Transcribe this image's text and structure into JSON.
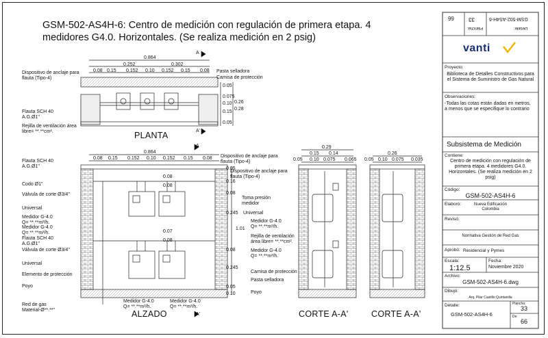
{
  "title": "GSM-502-AS4H-6: Centro de medición con regulación de primera etapa.  4 medidores G4.0. Horizontales. (Se realiza medición en 2 psig)",
  "views": {
    "planta": "PLANTA",
    "alzado": "ALZADO",
    "corte1": "CORTE A-A'",
    "corte2": "CORTE A-A'"
  },
  "section_marks": {
    "a": "A",
    "a_prime": "A'"
  },
  "planta": {
    "total": "0.864",
    "sub1": "0.252",
    "sub2": "0.302",
    "dims": [
      "0.08",
      "0.15",
      "0.152",
      "0.10",
      "0.152",
      "0.15",
      "0.08"
    ],
    "vdims": [
      "0.05",
      "0.075",
      "0.10",
      "0.15",
      "0.05"
    ],
    "vdims2": [
      "0.26",
      "0.28"
    ],
    "labels": {
      "dispositivo": "Dispositivo de anclaje para flauta (Tipo-4)",
      "pasta": "Pasta selladora",
      "camisa": "Camisa de protección",
      "flauta": "Flauta SCH 40\nA.G.Ø1\"",
      "rejilla": "Rejilla de ventilación área libre= **.**cm²."
    }
  },
  "alzado": {
    "total": "0.864",
    "dims": [
      "0.08",
      "0.15",
      "0.152",
      "0.10",
      "0.152",
      "0.15",
      "0.08"
    ],
    "inner": [
      "0.08",
      "0.08",
      "0.07",
      "0.08"
    ],
    "right_dims": [
      "0.05",
      "0.16",
      "0.08",
      "0.245",
      "0.08",
      "0.245",
      "0.05",
      "0.10"
    ],
    "total_v": "1.01",
    "labels": {
      "flauta_top": "Flauta SCH 40\nA.G.Ø1\"",
      "codo": "Codo Ø1\"",
      "valvula_top": "Válvula de corte Ø3/4\"",
      "universal_top": "Universal",
      "medidor_1": "Medidor G-4.0\nQ= **.**m³/h.",
      "medidor_2": "Medidor G-4.0\nQ= **.**m³/h.",
      "flauta_mid": "Flauta SCH 40\nA.G.Ø1\"",
      "valvula_mid": "Válvula de corte Ø3/4\"",
      "universal_mid": "Universal",
      "elemento": "Elemento de protección",
      "poyo": "Poyo",
      "red": "Red de gas\nMaterial-Ø**.**\"",
      "medidor_b1": "Medidor G-4.0\nQ= **.**m³/h.",
      "medidor_b2": "Medidor G-4.0\nQ= **.**m³/h.",
      "dispositivo": "Dispositivo de anclaje para flauta (Tipo-4)",
      "toma": "Toma presión medidor",
      "universal_r": "Universal",
      "medidor_r1": "Medidor G-4.0\nQ= **.**m³/h.",
      "rejilla": "Rejilla de ventilación área libre= **.**cm².",
      "medidor_r2": "Medidor G-4.0\nQ= **.**m³/h.",
      "camisa": "Camisa de protección",
      "pasta": "Pasta selladora",
      "poyo_r": "Poyo"
    }
  },
  "corte1": {
    "top": "0.29",
    "sub": [
      "0.15",
      "0.14"
    ],
    "dims": [
      "0.05",
      "0.10",
      "0.075",
      "0.065"
    ]
  },
  "corte2": {
    "top": "0.26",
    "dims": [
      "0.05",
      "0.10",
      "0.075",
      "0.035"
    ]
  },
  "panel": {
    "sheet_top": "66",
    "plancha_top": "33",
    "detalle_top": "GSM-502-AS4H-6",
    "plancha_lbl": "Plancha:",
    "detalle_lbl": "Detalle:",
    "brand": "vanti",
    "proyecto_lbl": "Proyecto:",
    "proyecto": "Biblioteca de Detalles Constructivos para el Sistema de Suministro de Gas Natural",
    "obs_lbl": "Observaciones:",
    "obs": "-Todas las cotas están dadas en metros, a menos que se especifique lo contrario",
    "subsistema": "Subsistema de Medición",
    "contiene_lbl": "Contiene:",
    "contiene": "Centro de medición con regulación de primera etapa. 4 medidores G4.0. Horizontales. (Se realiza medición en 2 psig)",
    "codigo_lbl": "Código:",
    "codigo": "GSM-502-AS4H-6",
    "elaboro_lbl": "Elaboró:",
    "elaboro": "Nueva Edificación Colombia",
    "reviso_lbl": "Revisó:",
    "reviso": "Normativa Gestión de Red Gas",
    "aprobo_lbl": "Aprobó:",
    "aprobo": "Residencial y Pymes",
    "escala_lbl": "Escala:",
    "escala": "1:12.5",
    "fecha_lbl": "Fecha:",
    "fecha": "Noviembre 2020",
    "archivo_lbl": "Archivo:",
    "archivo": "GSM-502-AS4H-6.dwg",
    "dibujo_lbl": "Dibujó:",
    "dibujo": "Arq. Pilar Castillo Quintanilla",
    "detalle_bottom": "GSM-502-AS4H-6",
    "plancha_bottom_lbl": "Plancha:",
    "plancha_bottom": "33",
    "de_lbl": "De:",
    "de": "66"
  }
}
